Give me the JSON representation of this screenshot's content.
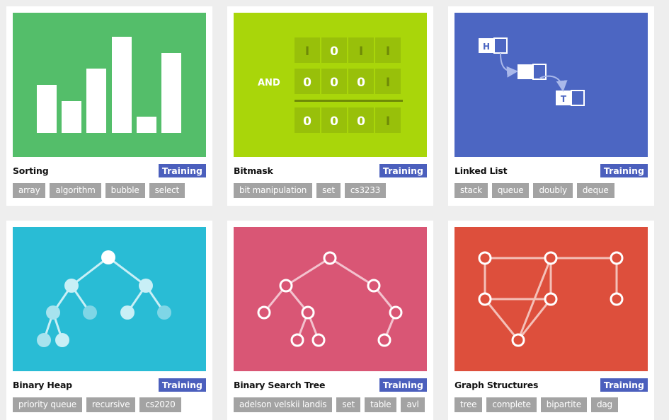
{
  "cards": [
    {
      "title": "Sorting",
      "badge": "Training",
      "color": "#54be6a",
      "tags": [
        "array",
        "algorithm",
        "bubble",
        "select"
      ]
    },
    {
      "title": "Bitmask",
      "badge": "Training",
      "color": "#a9d60a",
      "tags": [
        "bit manipulation",
        "set",
        "cs3233"
      ],
      "bitmask": {
        "op": "AND",
        "row1": [
          "I",
          "0",
          "I",
          "I"
        ],
        "row2": [
          "0",
          "0",
          "0",
          "I"
        ],
        "row3": [
          "0",
          "0",
          "0",
          "I"
        ]
      }
    },
    {
      "title": "Linked List",
      "badge": "Training",
      "color": "#4c66c2",
      "tags": [
        "stack",
        "queue",
        "doubly",
        "deque"
      ],
      "list": {
        "head": "H",
        "tail": "T"
      }
    },
    {
      "title": "Binary Heap",
      "badge": "Training",
      "color": "#29bcd5",
      "tags": [
        "priority queue",
        "recursive",
        "cs2020"
      ]
    },
    {
      "title": "Binary Search Tree",
      "badge": "Training",
      "color": "#d95675",
      "tags": [
        "adelson velskii landis",
        "set",
        "table",
        "avl"
      ]
    },
    {
      "title": "Graph Structures",
      "badge": "Training",
      "color": "#dd4f3c",
      "tags": [
        "tree",
        "complete",
        "bipartite",
        "dag"
      ]
    }
  ]
}
